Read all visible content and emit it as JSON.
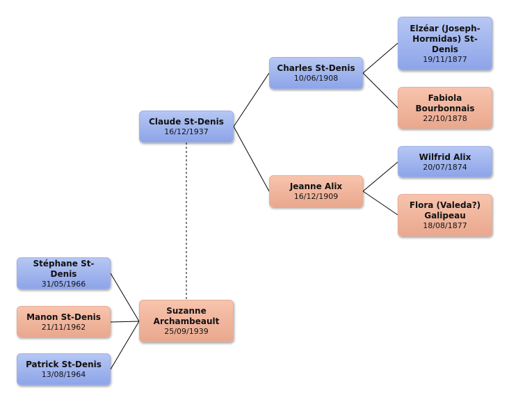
{
  "colors": {
    "male": "#9cb2ee",
    "female": "#f0b39c",
    "line": "#000000"
  },
  "persons": {
    "claude": {
      "name": "Claude St-Denis",
      "date": "16/12/1937"
    },
    "charles": {
      "name": "Charles St-Denis",
      "date": "10/06/1908"
    },
    "jeanne": {
      "name": "Jeanne Alix",
      "date": "16/12/1909"
    },
    "elzear": {
      "name": "Elzéar (Joseph-Hormidas) St-Denis",
      "date": "19/11/1877"
    },
    "fabiola": {
      "name": "Fabiola Bourbonnais",
      "date": "22/10/1878"
    },
    "wilfrid": {
      "name": "Wilfrid Alix",
      "date": "20/07/1874"
    },
    "flora": {
      "name": "Flora (Valeda?) Galipeau",
      "date": "18/08/1877"
    },
    "suzanne": {
      "name": "Suzanne Archambeault",
      "date": "25/09/1939"
    },
    "stephane": {
      "name": "Stéphane St-Denis",
      "date": "31/05/1966"
    },
    "manon": {
      "name": "Manon St-Denis",
      "date": "21/11/1962"
    },
    "patrick": {
      "name": "Patrick St-Denis",
      "date": "13/08/1964"
    }
  }
}
